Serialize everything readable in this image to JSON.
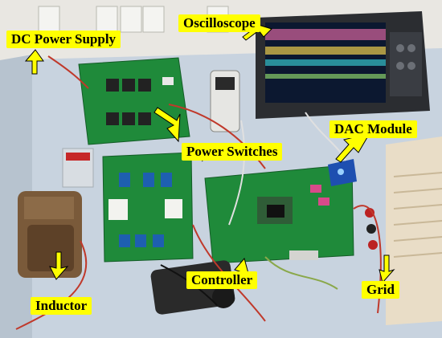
{
  "labels": {
    "dc_power_supply": "DC Power Supply",
    "oscilloscope": "Oscilloscope",
    "dac_module": "DAC Module",
    "power_switches": "Power Switches",
    "inductor": "Inductor",
    "controller": "Controller",
    "grid": "Grid"
  },
  "colors": {
    "label_background": "#ffff00",
    "arrow_fill": "#ffff00",
    "pcb_green": "#1f8a3a",
    "desk": "#cfd8e3"
  }
}
